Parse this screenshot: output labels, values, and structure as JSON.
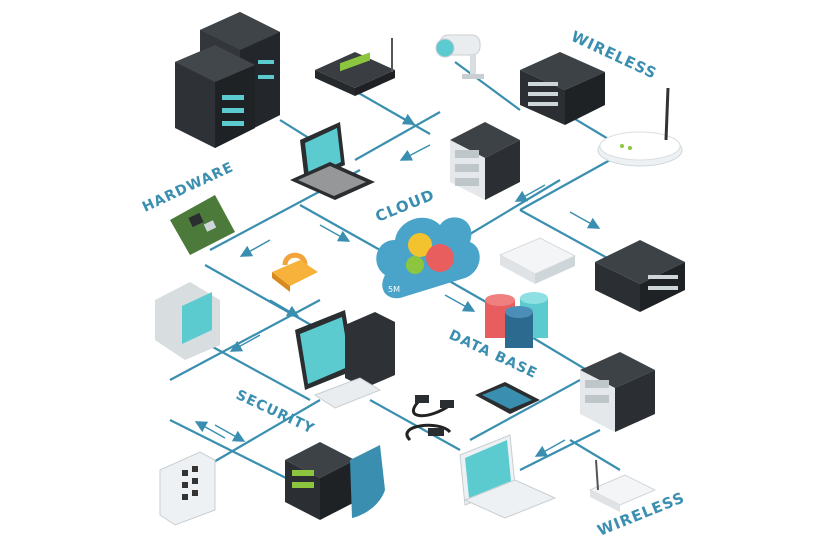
{
  "labels": {
    "wireless_top": "WIRELESS",
    "hardware": "HARDWARE",
    "cloud": "CLOUD",
    "cloud_badge": "5M",
    "database": "DATA BASE",
    "security": "SECURITY",
    "wireless_bottom": "WIRELESS"
  },
  "colors": {
    "line": "#3a8fb0",
    "label": "#3a8fb0",
    "dark": "#2b2e31",
    "screen": "#5ccbd0",
    "cloud": "#4aa3c8"
  }
}
